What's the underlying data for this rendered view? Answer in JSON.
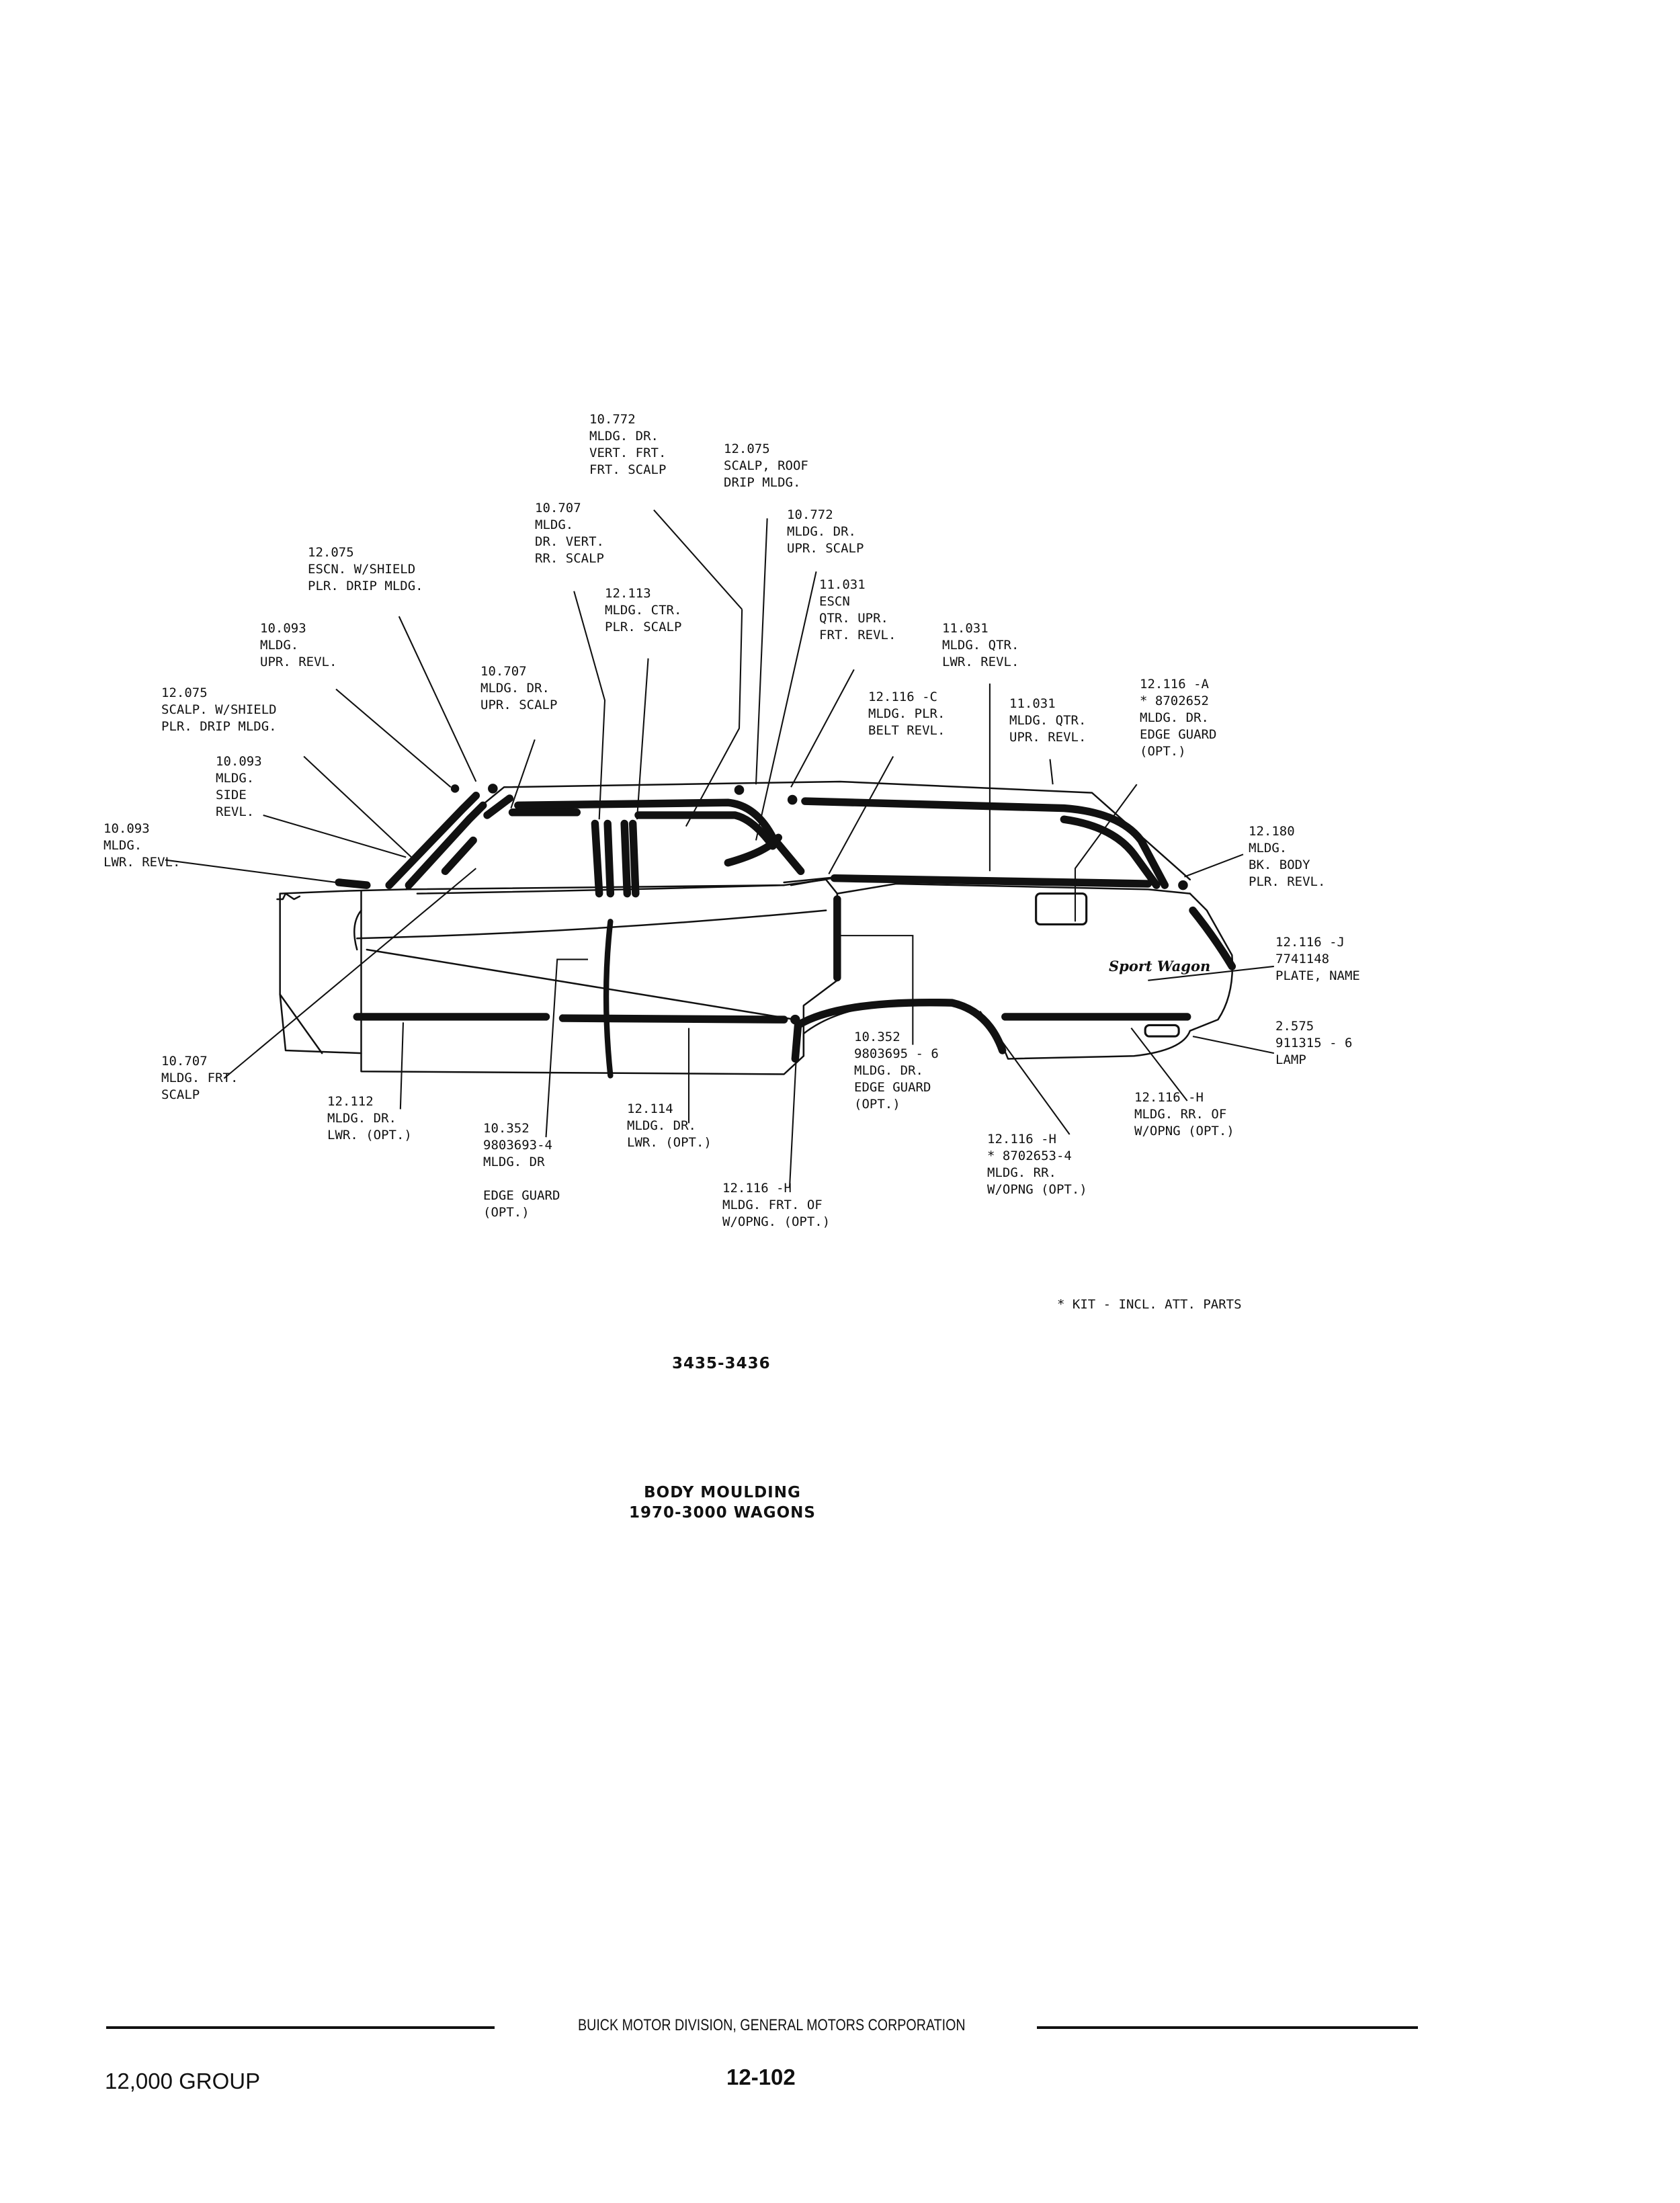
{
  "callouts": [
    {
      "id": "c1",
      "lines": [
        "10.772",
        "MLDG. DR.",
        "VERT. FRT.",
        "FRT. SCALP"
      ]
    },
    {
      "id": "c2",
      "lines": [
        "12.075",
        "SCALP, ROOF",
        "DRIP MLDG."
      ]
    },
    {
      "id": "c3",
      "lines": [
        "10.707",
        "MLDG.",
        "DR. VERT.",
        "RR. SCALP"
      ]
    },
    {
      "id": "c4",
      "lines": [
        "10.772",
        "MLDG. DR.",
        "UPR. SCALP"
      ]
    },
    {
      "id": "c5",
      "lines": [
        "12.075",
        "ESCN. W/SHIELD",
        "PLR. DRIP MLDG."
      ]
    },
    {
      "id": "c6",
      "lines": [
        "12.113",
        "MLDG. CTR.",
        "PLR. SCALP"
      ]
    },
    {
      "id": "c7",
      "lines": [
        "11.031",
        "ESCN",
        "QTR. UPR.",
        "FRT. REVL."
      ]
    },
    {
      "id": "c8",
      "lines": [
        "10.093",
        "MLDG.",
        "UPR. REVL."
      ]
    },
    {
      "id": "c9",
      "lines": [
        "11.031",
        "MLDG. QTR.",
        "LWR. REVL."
      ]
    },
    {
      "id": "c10",
      "lines": [
        "10.707",
        "MLDG. DR.",
        "UPR. SCALP"
      ]
    },
    {
      "id": "c11",
      "lines": [
        "12.075",
        "SCALP. W/SHIELD",
        "PLR. DRIP MLDG."
      ]
    },
    {
      "id": "c12",
      "lines": [
        "12.116 -C",
        "MLDG. PLR.",
        "BELT REVL."
      ]
    },
    {
      "id": "c13",
      "lines": [
        "11.031",
        "MLDG. QTR.",
        "UPR. REVL."
      ]
    },
    {
      "id": "c14",
      "lines": [
        "12.116 -A",
        "* 8702652",
        "MLDG. DR.",
        "EDGE GUARD",
        "(OPT.)"
      ]
    },
    {
      "id": "c15",
      "lines": [
        "10.093",
        "MLDG.",
        "SIDE",
        "REVL."
      ]
    },
    {
      "id": "c16",
      "lines": [
        "10.093",
        "MLDG.",
        "LWR. REVL."
      ]
    },
    {
      "id": "c17",
      "lines": [
        "12.180",
        "MLDG.",
        "BK. BODY",
        "PLR. REVL."
      ]
    },
    {
      "id": "c18",
      "lines": [
        "12.116 -J",
        "7741148",
        "PLATE, NAME"
      ]
    },
    {
      "id": "c19",
      "lines": [
        "2.575",
        "911315 - 6",
        "LAMP"
      ]
    },
    {
      "id": "c20",
      "lines": [
        "10.352",
        "9803695 - 6",
        "MLDG. DR.",
        "EDGE GUARD",
        "(OPT.)"
      ]
    },
    {
      "id": "c21",
      "lines": [
        "10.707",
        "MLDG. FRT.",
        "SCALP"
      ]
    },
    {
      "id": "c22",
      "lines": [
        "12.112",
        "MLDG. DR.",
        "LWR. (OPT.)"
      ]
    },
    {
      "id": "c23",
      "lines": [
        "12.114",
        "MLDG. DR.",
        "LWR. (OPT.)"
      ]
    },
    {
      "id": "c24",
      "lines": [
        "12.116 -H",
        "MLDG. RR. OF",
        "W/OPNG (OPT.)"
      ]
    },
    {
      "id": "c25",
      "lines": [
        "10.352",
        "9803693-4",
        "MLDG. DR",
        "",
        "EDGE GUARD",
        "(OPT.)"
      ]
    },
    {
      "id": "c26",
      "lines": [
        "12.116 -H",
        "* 8702653-4",
        "MLDG. RR.",
        "W/OPNG (OPT.)"
      ]
    },
    {
      "id": "c27",
      "lines": [
        "12.116 -H",
        "MLDG. FRT. OF",
        "W/OPNG. (OPT.)"
      ]
    }
  ],
  "badge_script": "Sport Wagon",
  "kit_note": "* KIT - INCL. ATT. PARTS",
  "plate_number": "3435-3436",
  "title_line1": "BODY MOULDING",
  "title_line2": "1970-3000 WAGONS",
  "footer_company": "BUICK MOTOR DIVISION, GENERAL MOTORS CORPORATION",
  "footer_group": "12,000 GROUP",
  "footer_page": "12-102"
}
